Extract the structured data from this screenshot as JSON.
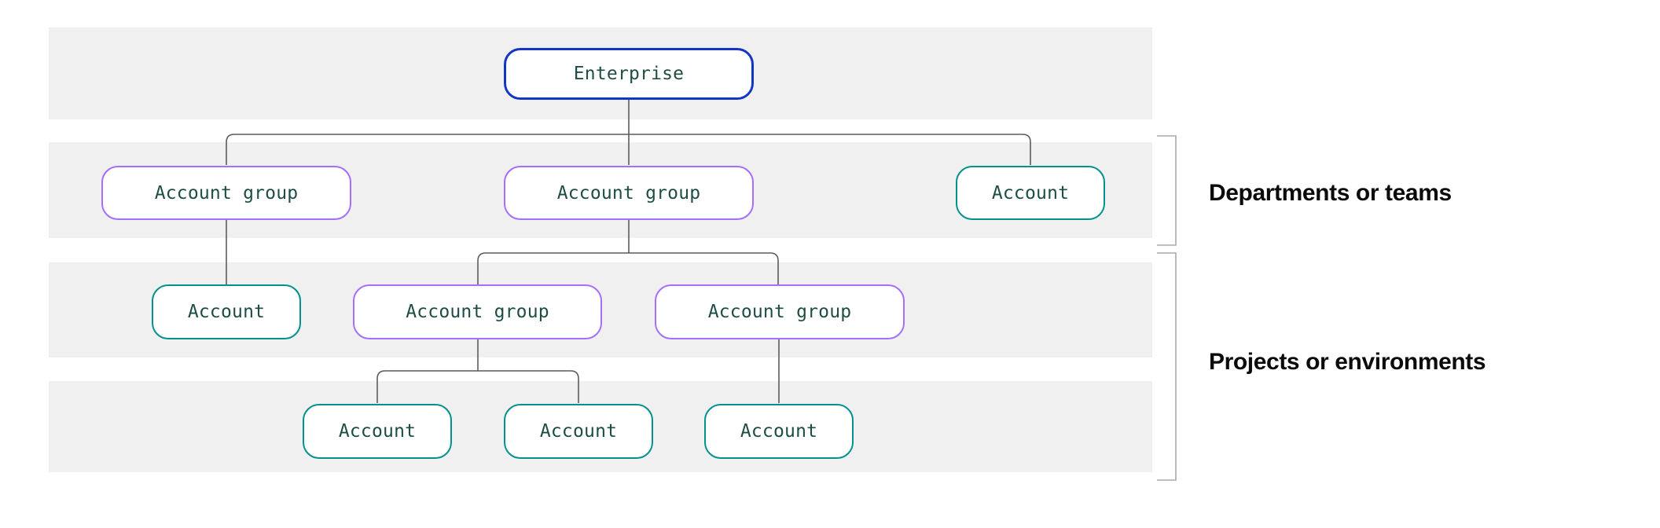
{
  "nodes": {
    "enterprise": {
      "label": "Enterprise",
      "type": "enterprise"
    },
    "t2g1": {
      "label": "Account group",
      "type": "account-group"
    },
    "t2g2": {
      "label": "Account group",
      "type": "account-group"
    },
    "t2a1": {
      "label": "Account",
      "type": "account"
    },
    "t3a1": {
      "label": "Account",
      "type": "account"
    },
    "t3g1": {
      "label": "Account group",
      "type": "account-group"
    },
    "t3g2": {
      "label": "Account group",
      "type": "account-group"
    },
    "t4a1": {
      "label": "Account",
      "type": "account"
    },
    "t4a2": {
      "label": "Account",
      "type": "account"
    },
    "t4a3": {
      "label": "Account",
      "type": "account"
    }
  },
  "annotations": {
    "departments_label": "Departments or teams",
    "projects_label": "Projects or environments"
  },
  "colors": {
    "enterprise_border": "#1337c4",
    "group_border": "#a56eff",
    "account_border": "#00928e",
    "node_text": "#1d4d44",
    "node_bg": "#ffffff",
    "band_bg": "#f0f0f0",
    "connector_line": "#5c5c5c",
    "bracket_line": "#a9a9a9",
    "annotation_text": "#0b0b0b"
  }
}
